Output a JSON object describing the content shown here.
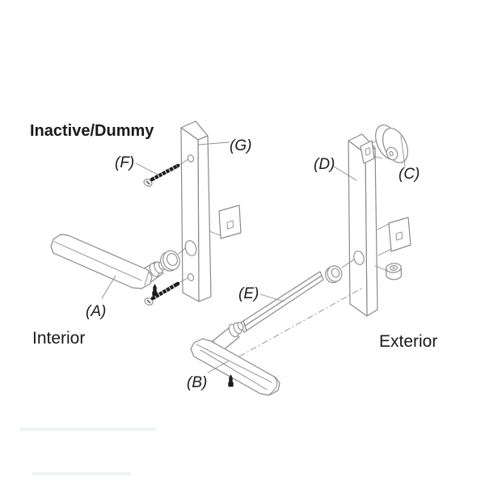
{
  "title": "Inactive/Dummy",
  "captions": {
    "interior": "Interior",
    "exterior": "Exterior"
  },
  "part_labels": {
    "a": "(A)",
    "b": "(B)",
    "c": "(C)",
    "d": "(D)",
    "e": "(E)",
    "f": "(F)",
    "g": "(G)"
  },
  "colors": {
    "background": "#ffffff",
    "line": "#8a8a8a",
    "dark": "#1d1d1d",
    "text": "#1a1a1a"
  }
}
